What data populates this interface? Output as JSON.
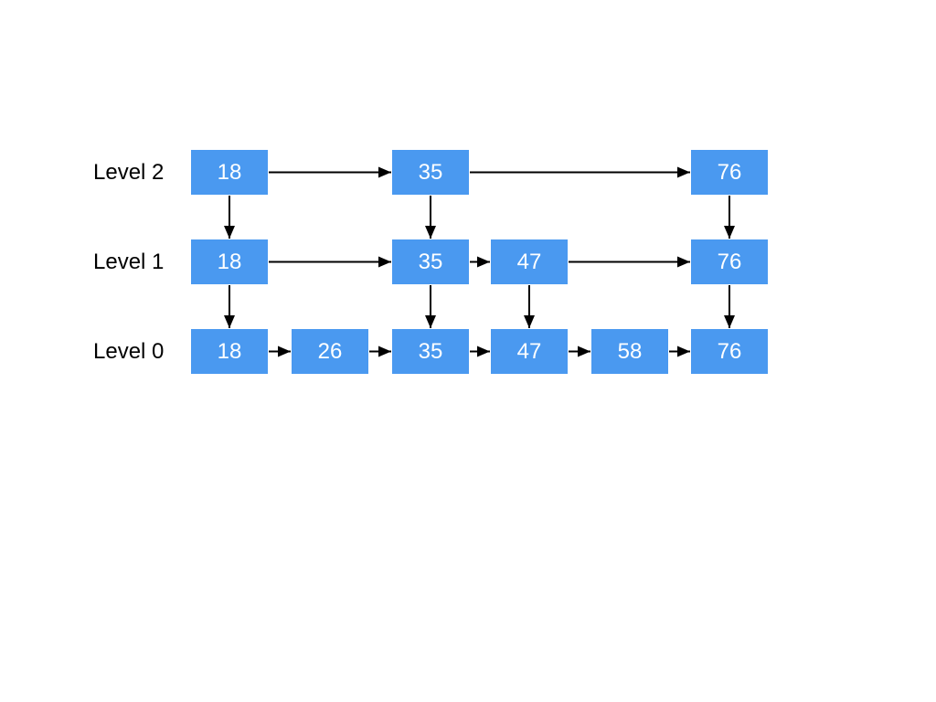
{
  "diagram": {
    "type": "skip-list",
    "colors": {
      "background": "#FFFFFF",
      "node_fill": "#4A99F0",
      "node_text": "#FFFFFF",
      "arrow": "#000000",
      "label_text": "#000000"
    },
    "columns": [
      18,
      26,
      35,
      47,
      58,
      76
    ],
    "levels": [
      {
        "label": "Level 2",
        "values": [
          18,
          35,
          76
        ]
      },
      {
        "label": "Level 1",
        "values": [
          18,
          35,
          47,
          76
        ]
      },
      {
        "label": "Level 0",
        "values": [
          18,
          26,
          35,
          47,
          58,
          76
        ]
      }
    ]
  }
}
